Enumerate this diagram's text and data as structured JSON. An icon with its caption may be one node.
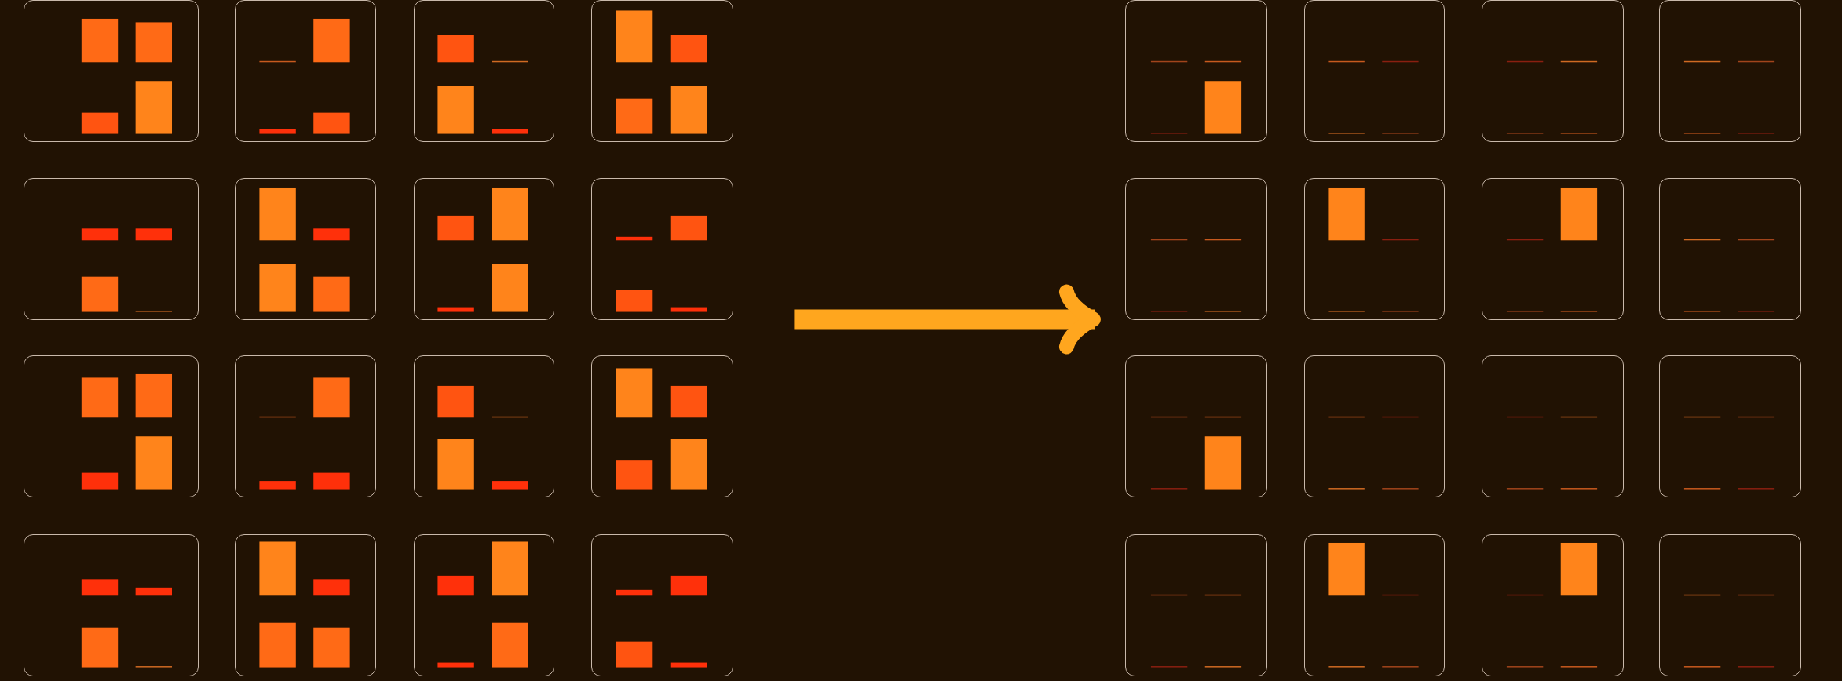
{
  "diagram": {
    "nodes": [
      {
        "text": [],
        "shape": "box"
      },
      {
        "text": [],
        "shape": "box"
      },
      {
        "text": [],
        "shape": "box"
      },
      {
        "text": [],
        "shape": "box"
      },
      {
        "text": [],
        "shape": "box"
      },
      {
        "text": [],
        "shape": "box"
      },
      {
        "text": [],
        "shape": "box"
      },
      {
        "text": [],
        "shape": "box"
      },
      {
        "text": [],
        "shape": "box"
      },
      {
        "text": [],
        "shape": "box"
      },
      {
        "text": [],
        "shape": "box"
      },
      {
        "text": [],
        "shape": "box"
      },
      {
        "text": [],
        "shape": "box"
      },
      {
        "text": [],
        "shape": "box"
      },
      {
        "text": [],
        "shape": "box"
      },
      {
        "text": [],
        "shape": "box"
      },
      {
        "text": [],
        "shape": "box"
      },
      {
        "text": [],
        "shape": "box"
      },
      {
        "text": [],
        "shape": "box"
      },
      {
        "text": [],
        "shape": "box"
      },
      {
        "text": [],
        "shape": "box"
      },
      {
        "text": [],
        "shape": "box"
      },
      {
        "text": [],
        "shape": "box"
      },
      {
        "text": [],
        "shape": "box"
      },
      {
        "text": [],
        "shape": "box"
      },
      {
        "text": [],
        "shape": "box"
      },
      {
        "text": [],
        "shape": "box"
      },
      {
        "text": [],
        "shape": "box"
      },
      {
        "text": [],
        "shape": "box"
      },
      {
        "text": [],
        "shape": "box"
      },
      {
        "text": [],
        "shape": "box"
      },
      {
        "text": [],
        "shape": "box"
      }
    ],
    "edges": [
      {
        "from": 7,
        "to": 20,
        "arrow": "to"
      }
    ]
  }
}
